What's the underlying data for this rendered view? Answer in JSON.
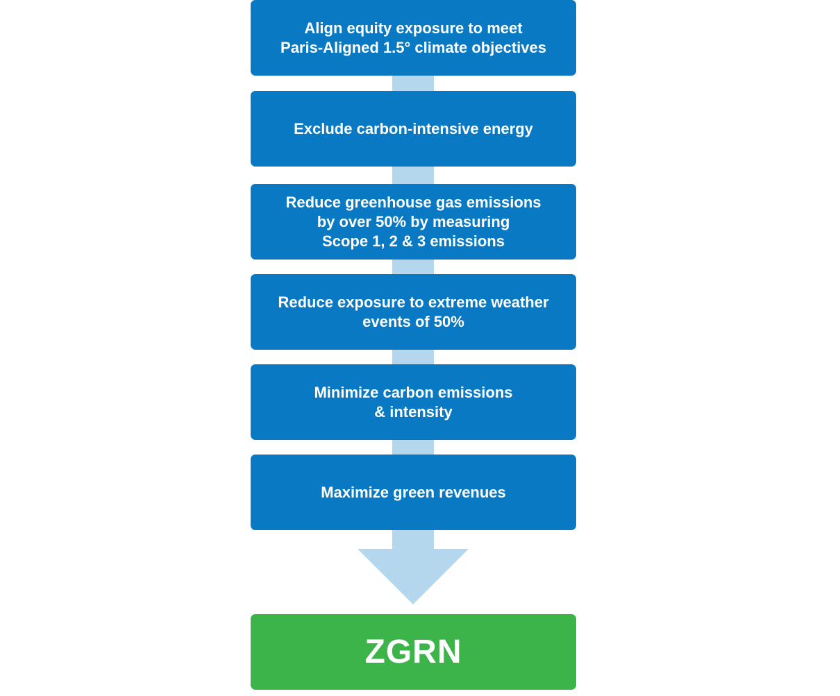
{
  "diagram": {
    "steps": [
      {
        "label": "Align equity exposure to meet\nParis-Aligned 1.5° climate objectives"
      },
      {
        "label": "Exclude carbon-intensive energy"
      },
      {
        "label": "Reduce greenhouse gas emissions\nby over 50% by measuring\nScope 1, 2 & 3 emissions"
      },
      {
        "label": "Reduce exposure to extreme weather\nevents of 50%"
      },
      {
        "label": "Minimize carbon emissions\n& intensity"
      },
      {
        "label": "Maximize green revenues"
      }
    ],
    "result": {
      "label": "ZGRN"
    },
    "colors": {
      "step": "#0979c4",
      "connector": "#b5d7ee",
      "result": "#3cb449",
      "text": "#ffffff"
    }
  }
}
